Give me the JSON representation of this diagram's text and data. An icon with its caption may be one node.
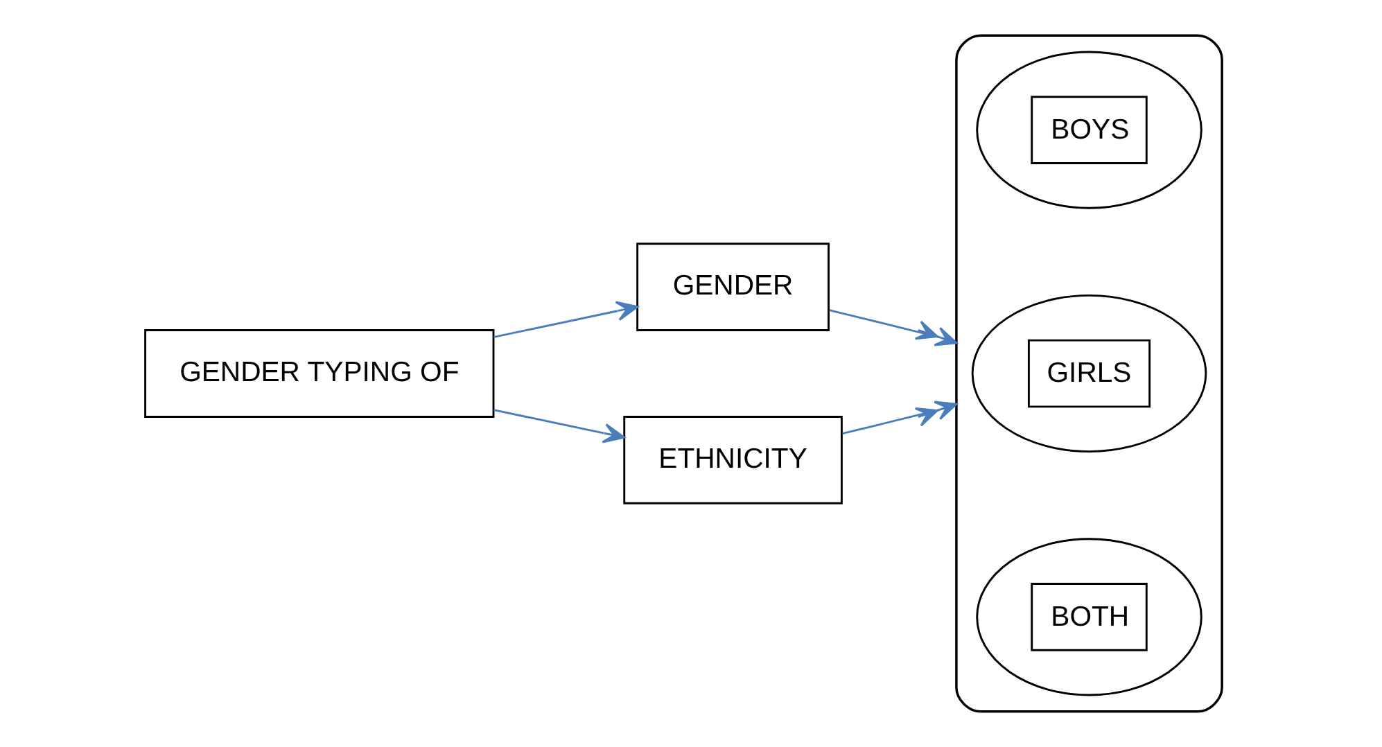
{
  "diagram": {
    "nodes": [
      {
        "text": [
          "GENDER TYPING OF"
        ]
      },
      {
        "text": [
          "GENDER"
        ]
      },
      {
        "text": [
          "ETHNICITY"
        ]
      },
      {
        "text": [],
        "shape": "box"
      },
      {
        "text": [
          "BOYS"
        ],
        "in": 3
      },
      {
        "text": [
          "GIRLS"
        ],
        "in": 3
      },
      {
        "text": [
          "BOTH"
        ],
        "in": 3
      }
    ],
    "edges": [
      {
        "from": 0,
        "to": 1,
        "arrow": "to",
        "color": "#4a7ebb"
      },
      {
        "from": 0,
        "to": 2,
        "arrow": "to",
        "color": "#4a7ebb"
      },
      {
        "from": 1,
        "to": 3,
        "arrow": "to",
        "color": "#4a7ebb"
      },
      {
        "from": 2,
        "to": 3,
        "arrow": "to",
        "color": "#4a7ebb"
      }
    ]
  }
}
